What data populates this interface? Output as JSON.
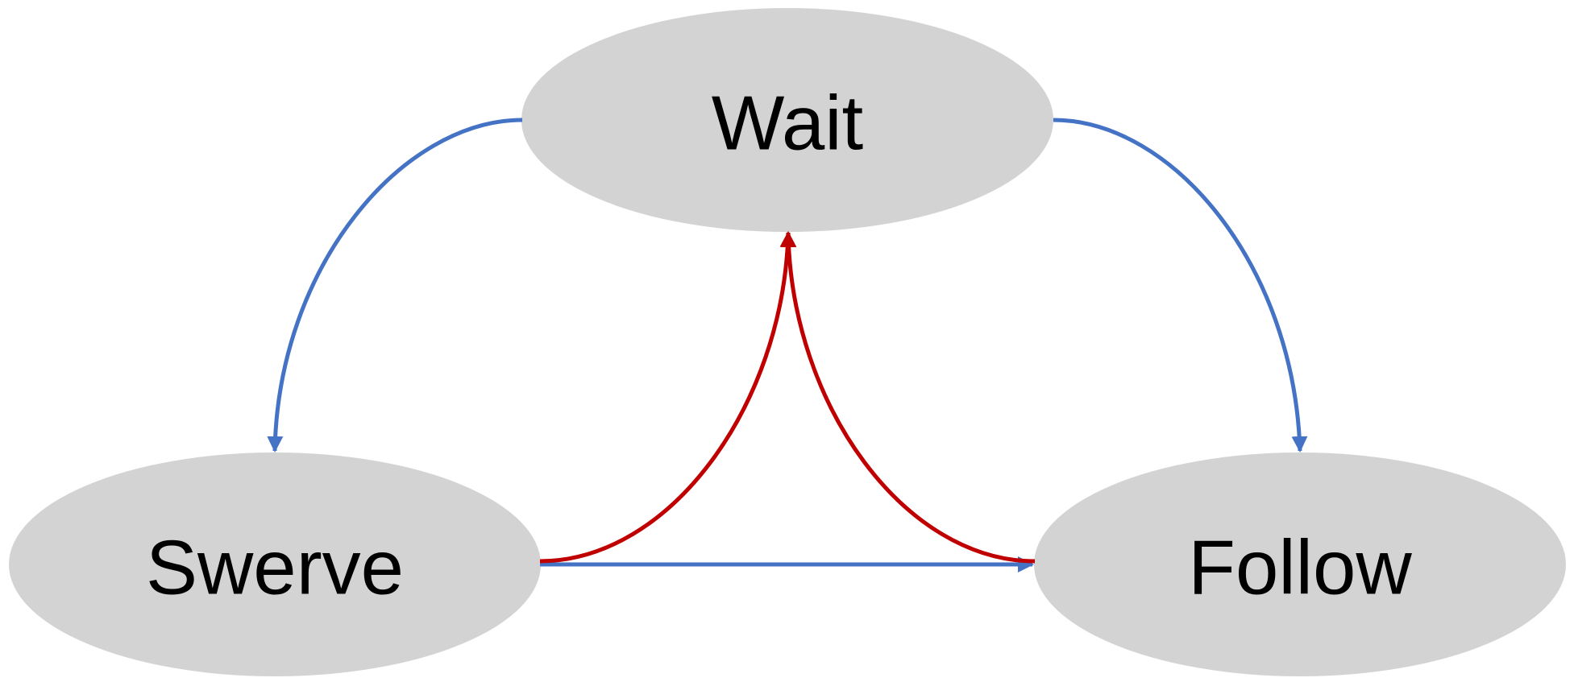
{
  "diagram": {
    "colors": {
      "node_fill": "#d3d3d3",
      "blue_edge": "#4472c4",
      "red_edge": "#c00000"
    },
    "nodes": {
      "wait": {
        "label": "Wait"
      },
      "swerve": {
        "label": "Swerve"
      },
      "follow": {
        "label": "Follow"
      }
    },
    "edges": [
      {
        "from": "Wait",
        "to": "Swerve",
        "color": "blue"
      },
      {
        "from": "Wait",
        "to": "Follow",
        "color": "blue"
      },
      {
        "from": "Swerve",
        "to": "Follow",
        "color": "blue"
      },
      {
        "from": "Swerve",
        "to": "Wait",
        "color": "red"
      },
      {
        "from": "Follow",
        "to": "Wait",
        "color": "red"
      }
    ]
  }
}
